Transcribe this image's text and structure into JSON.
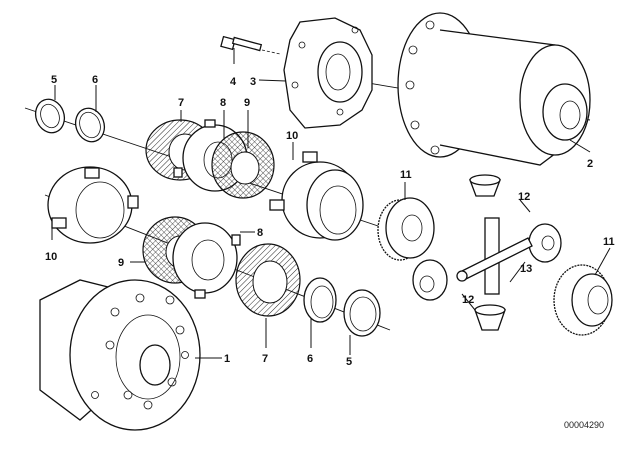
{
  "diagram": {
    "title": "Limited slip differential exploded view",
    "reference_number": "00004290",
    "callouts": [
      {
        "id": "c1",
        "label": "1",
        "part": "differential-housing-cover"
      },
      {
        "id": "c2",
        "label": "2",
        "part": "differential-housing"
      },
      {
        "id": "c3",
        "label": "3",
        "part": "housing-cover-flange"
      },
      {
        "id": "c4",
        "label": "4",
        "part": "bolt"
      },
      {
        "id": "c5a",
        "label": "5",
        "part": "shim-ring"
      },
      {
        "id": "c5b",
        "label": "5",
        "part": "shim-ring"
      },
      {
        "id": "c6a",
        "label": "6",
        "part": "thrust-washer"
      },
      {
        "id": "c6b",
        "label": "6",
        "part": "thrust-washer"
      },
      {
        "id": "c7a",
        "label": "7",
        "part": "friction-disc-hatched"
      },
      {
        "id": "c7b",
        "label": "7",
        "part": "friction-disc-hatched"
      },
      {
        "id": "c8a",
        "label": "8",
        "part": "outer-plate"
      },
      {
        "id": "c8b",
        "label": "8",
        "part": "outer-plate"
      },
      {
        "id": "c9a",
        "label": "9",
        "part": "inner-plate-crosshatched"
      },
      {
        "id": "c9b",
        "label": "9",
        "part": "inner-plate-crosshatched"
      },
      {
        "id": "c10a",
        "label": "10",
        "part": "pressure-ring"
      },
      {
        "id": "c10b",
        "label": "10",
        "part": "pressure-ring"
      },
      {
        "id": "c11a",
        "label": "11",
        "part": "side-gear"
      },
      {
        "id": "c11b",
        "label": "11",
        "part": "side-gear"
      },
      {
        "id": "c12a",
        "label": "12",
        "part": "differential-pinion"
      },
      {
        "id": "c12b",
        "label": "12",
        "part": "differential-pinion"
      },
      {
        "id": "c13",
        "label": "13",
        "part": "cross-shaft"
      }
    ]
  }
}
